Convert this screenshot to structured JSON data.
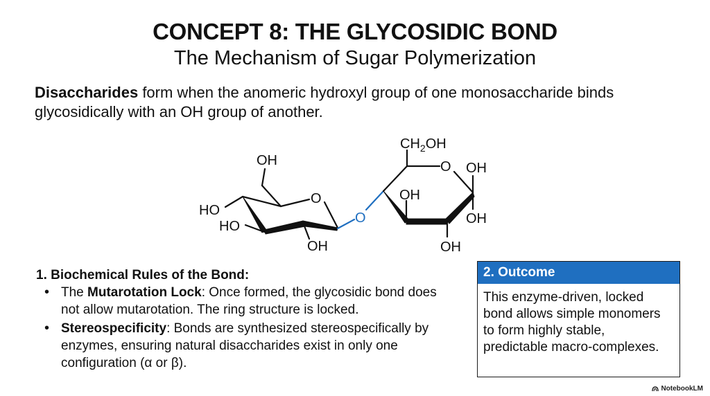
{
  "header": {
    "title": "CONCEPT 8: THE GLYCOSIDIC BOND",
    "subtitle": "The Mechanism of Sugar Polymerization"
  },
  "intro": {
    "bold_term": "Disaccharides",
    "text": " form when the anomeric hydroxyl group of one monosaccharide binds glycosidically with an OH group of another."
  },
  "molecule": {
    "left_ring": {
      "ch2oh_label": "OH",
      "ring_oxygen": "O",
      "c4_label": "HO",
      "c3_label": "HO",
      "c2_label": "OH"
    },
    "bridge_oxygen": "O",
    "right_ring": {
      "ch2oh_prefix": "CH",
      "ch2oh_sub": "2",
      "ch2oh_suffix": "OH",
      "ring_oxygen": "O",
      "anomeric_top": "OH",
      "c3_label": "OH",
      "anomeric_bottom": "OH",
      "c2_label": "OH"
    },
    "colors": {
      "bond": "#111111",
      "glycosidic": "#1f6fc0"
    }
  },
  "rules": {
    "heading": "1. Biochemical Rules of the Bond:",
    "items": [
      {
        "bold": "Mutarotation Lock",
        "prefix": "The ",
        "text": ": Once formed, the glycosidic bond does not allow mutarotation. The ring structure is locked."
      },
      {
        "bold": "Stereospecificity",
        "prefix": "",
        "text": ": Bonds are synthesized stereospecifically by enzymes, ensuring natural disaccharides exist in only one configuration (α or β)."
      }
    ]
  },
  "outcome": {
    "heading": "2. Outcome",
    "text": "This enzyme-driven, locked bond allows simple monomers to form highly stable, predictable macro-complexes.",
    "header_color": "#1f6fc0"
  },
  "brand": {
    "label": "NotebookLM"
  }
}
